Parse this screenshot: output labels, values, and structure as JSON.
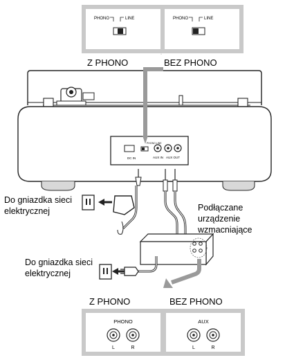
{
  "top_panels": [
    {
      "left_tag": "PHONO",
      "right_tag": "LINE"
    },
    {
      "left_tag": "PHONO",
      "right_tag": "LINE"
    }
  ],
  "top_labels": {
    "left": "Z PHONO",
    "right": "BEZ PHONO"
  },
  "device_panel": {
    "power_port": "DC IN",
    "switch": "PHONO LINE",
    "aux_in": "AUX IN",
    "aux_out": "AUX OUT"
  },
  "outlet_labels": {
    "upper": [
      "Do gniazdka sieci",
      "elektrycznej"
    ],
    "lower": [
      "Do gniazdka sieci",
      "elektrycznej"
    ]
  },
  "amplifier_label": [
    "Podłączane",
    "urządzenie",
    "wzmacniające"
  ],
  "bottom_labels": {
    "left": "Z PHONO",
    "right": "BEZ PHONO"
  },
  "bottom_panels": [
    {
      "title": "PHONO",
      "jacks": [
        "L",
        "R"
      ]
    },
    {
      "title": "AUX",
      "jacks": [
        "L",
        "R"
      ]
    }
  ],
  "colors": {
    "panel_gray": "#c9c9c9",
    "outline": "#222222",
    "arrow_gray": "#9a9a9a"
  }
}
